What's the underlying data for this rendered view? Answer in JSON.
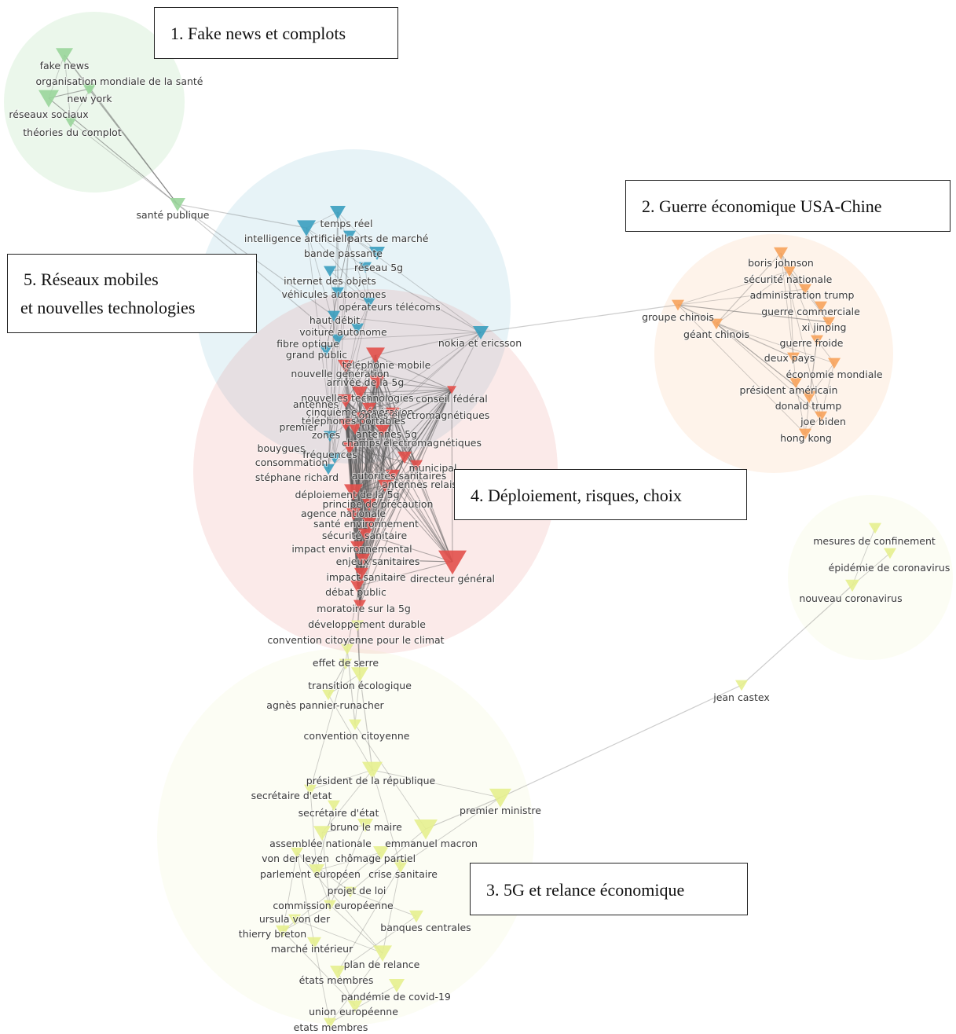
{
  "clusters": [
    {
      "id": "c1",
      "title": "1. Fake news et complots",
      "color": "#9ad59b"
    },
    {
      "id": "c2",
      "title": "2.  Guerre économique USA-Chine",
      "color": "#f7a35c"
    },
    {
      "id": "c3",
      "title": "3.  5G et relance économique",
      "color": "#e6ef8f"
    },
    {
      "id": "c4",
      "title": "4.  Déploiement, risques, choix",
      "color": "#e2504b"
    },
    {
      "id": "c5",
      "title_lines": [
        "5.  Réseaux mobiles",
        "et nouvelles technologies"
      ],
      "color": "#3a9fbf"
    }
  ],
  "nodes": [
    {
      "label": "fake news",
      "cluster": "c1"
    },
    {
      "label": "organisation mondiale de la santé",
      "cluster": "c1"
    },
    {
      "label": "new york",
      "cluster": "c1"
    },
    {
      "label": "réseaux sociaux",
      "cluster": "c1"
    },
    {
      "label": "théories du complot",
      "cluster": "c1"
    },
    {
      "label": "santé publique",
      "cluster": "c1"
    },
    {
      "label": "temps réel",
      "cluster": "c5"
    },
    {
      "label": "intelligence artificielle",
      "cluster": "c5"
    },
    {
      "label": "parts de marché",
      "cluster": "c5"
    },
    {
      "label": "bande passante",
      "cluster": "c5"
    },
    {
      "label": "réseau 5g",
      "cluster": "c5"
    },
    {
      "label": "internet des objets",
      "cluster": "c5"
    },
    {
      "label": "véhicules autonomes",
      "cluster": "c5"
    },
    {
      "label": "opérateurs télécoms",
      "cluster": "c5"
    },
    {
      "label": "haut débit",
      "cluster": "c5"
    },
    {
      "label": "voiture autonome",
      "cluster": "c5"
    },
    {
      "label": "fibre optique",
      "cluster": "c5"
    },
    {
      "label": "grand public",
      "cluster": "c5"
    },
    {
      "label": "nokia et ericsson",
      "cluster": "c5"
    },
    {
      "label": "bouygues",
      "cluster": "c5"
    },
    {
      "label": "consommation",
      "cluster": "c5"
    },
    {
      "label": "stéphane richard",
      "cluster": "c5"
    },
    {
      "label": "boris johnson",
      "cluster": "c2"
    },
    {
      "label": "sécurité nationale",
      "cluster": "c2"
    },
    {
      "label": "administration trump",
      "cluster": "c2"
    },
    {
      "label": "guerre commerciale",
      "cluster": "c2"
    },
    {
      "label": "xi jinping",
      "cluster": "c2"
    },
    {
      "label": "groupe chinois",
      "cluster": "c2"
    },
    {
      "label": "géant chinois",
      "cluster": "c2"
    },
    {
      "label": "guerre froide",
      "cluster": "c2"
    },
    {
      "label": "deux pays",
      "cluster": "c2"
    },
    {
      "label": "économie mondiale",
      "cluster": "c2"
    },
    {
      "label": "président américain",
      "cluster": "c2"
    },
    {
      "label": "donald trump",
      "cluster": "c2"
    },
    {
      "label": "joe biden",
      "cluster": "c2"
    },
    {
      "label": "hong kong",
      "cluster": "c2"
    },
    {
      "label": "téléphonie mobile",
      "cluster": "c4"
    },
    {
      "label": "nouvelle génération",
      "cluster": "c4"
    },
    {
      "label": "arrivée de la 5g",
      "cluster": "c4"
    },
    {
      "label": "conseil fédéral",
      "cluster": "c4"
    },
    {
      "label": "nouvelles technologies",
      "cluster": "c4"
    },
    {
      "label": "antennes",
      "cluster": "c4"
    },
    {
      "label": "cinquième génération",
      "cluster": "c4"
    },
    {
      "label": "ondes électromagnétiques",
      "cluster": "c4"
    },
    {
      "label": "téléphones portables",
      "cluster": "c4"
    },
    {
      "label": "premier",
      "cluster": "c4"
    },
    {
      "label": "zones",
      "cluster": "c4"
    },
    {
      "label": "antennes 5g",
      "cluster": "c4"
    },
    {
      "label": "champs électromagnétiques",
      "cluster": "c4"
    },
    {
      "label": "fréquences",
      "cluster": "c4"
    },
    {
      "label": "municipal",
      "cluster": "c4"
    },
    {
      "label": "autorités sanitaires",
      "cluster": "c4"
    },
    {
      "label": "antennes relais",
      "cluster": "c4"
    },
    {
      "label": "déploiement de la 5g",
      "cluster": "c4"
    },
    {
      "label": "principe de précaution",
      "cluster": "c4"
    },
    {
      "label": "agence nationale",
      "cluster": "c4"
    },
    {
      "label": "santé environnement",
      "cluster": "c4"
    },
    {
      "label": "sécurité sanitaire",
      "cluster": "c4"
    },
    {
      "label": "impact environnemental",
      "cluster": "c4"
    },
    {
      "label": "enjeux sanitaires",
      "cluster": "c4"
    },
    {
      "label": "impact sanitaire",
      "cluster": "c4"
    },
    {
      "label": "directeur général",
      "cluster": "c4"
    },
    {
      "label": "débat public",
      "cluster": "c4"
    },
    {
      "label": "moratoire sur la 5g",
      "cluster": "c4"
    },
    {
      "label": "mesures de confinement",
      "cluster": "c3"
    },
    {
      "label": "épidémie de coronavirus",
      "cluster": "c3"
    },
    {
      "label": "nouveau coronavirus",
      "cluster": "c3"
    },
    {
      "label": "jean castex",
      "cluster": "c3"
    },
    {
      "label": "développement durable",
      "cluster": "c3"
    },
    {
      "label": "convention citoyenne pour le climat",
      "cluster": "c3"
    },
    {
      "label": "effet de serre",
      "cluster": "c3"
    },
    {
      "label": "transition écologique",
      "cluster": "c3"
    },
    {
      "label": "agnès pannier-runacher",
      "cluster": "c3"
    },
    {
      "label": "convention citoyenne",
      "cluster": "c3"
    },
    {
      "label": "président de la république",
      "cluster": "c3"
    },
    {
      "label": "secrétaire d'etat",
      "cluster": "c3"
    },
    {
      "label": "secrétaire d'état",
      "cluster": "c3"
    },
    {
      "label": "premier ministre",
      "cluster": "c3"
    },
    {
      "label": "bruno le maire",
      "cluster": "c3"
    },
    {
      "label": "assemblée nationale",
      "cluster": "c3"
    },
    {
      "label": "emmanuel macron",
      "cluster": "c3"
    },
    {
      "label": "von der leyen",
      "cluster": "c3"
    },
    {
      "label": "chômage partiel",
      "cluster": "c3"
    },
    {
      "label": "parlement européen",
      "cluster": "c3"
    },
    {
      "label": "crise sanitaire",
      "cluster": "c3"
    },
    {
      "label": "projet de loi",
      "cluster": "c3"
    },
    {
      "label": "commission européenne",
      "cluster": "c3"
    },
    {
      "label": "ursula von der",
      "cluster": "c3"
    },
    {
      "label": "thierry breton",
      "cluster": "c3"
    },
    {
      "label": "banques centrales",
      "cluster": "c3"
    },
    {
      "label": "marché intérieur",
      "cluster": "c3"
    },
    {
      "label": "plan de relance",
      "cluster": "c3"
    },
    {
      "label": "états membres",
      "cluster": "c3"
    },
    {
      "label": "pandémie de covid-19",
      "cluster": "c3"
    },
    {
      "label": "union européenne",
      "cluster": "c3"
    },
    {
      "label": "etats membres",
      "cluster": "c3"
    }
  ]
}
